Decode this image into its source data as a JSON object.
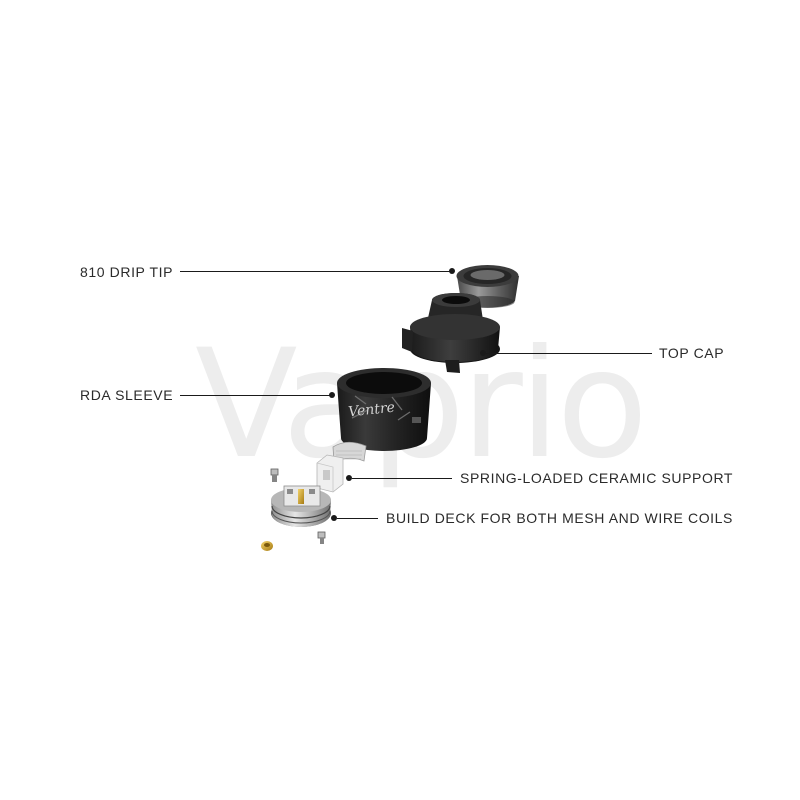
{
  "watermark": "Vaprio",
  "labels": {
    "drip_tip": "810 DRIP TIP",
    "top_cap": "TOP CAP",
    "rda_sleeve": "RDA SLEEVE",
    "ceramic_support": "SPRING-LOADED CERAMIC SUPPORT",
    "build_deck": "BUILD DECK FOR BOTH MESH AND WIRE COILS"
  },
  "sleeve_logo": "Ventre"
}
